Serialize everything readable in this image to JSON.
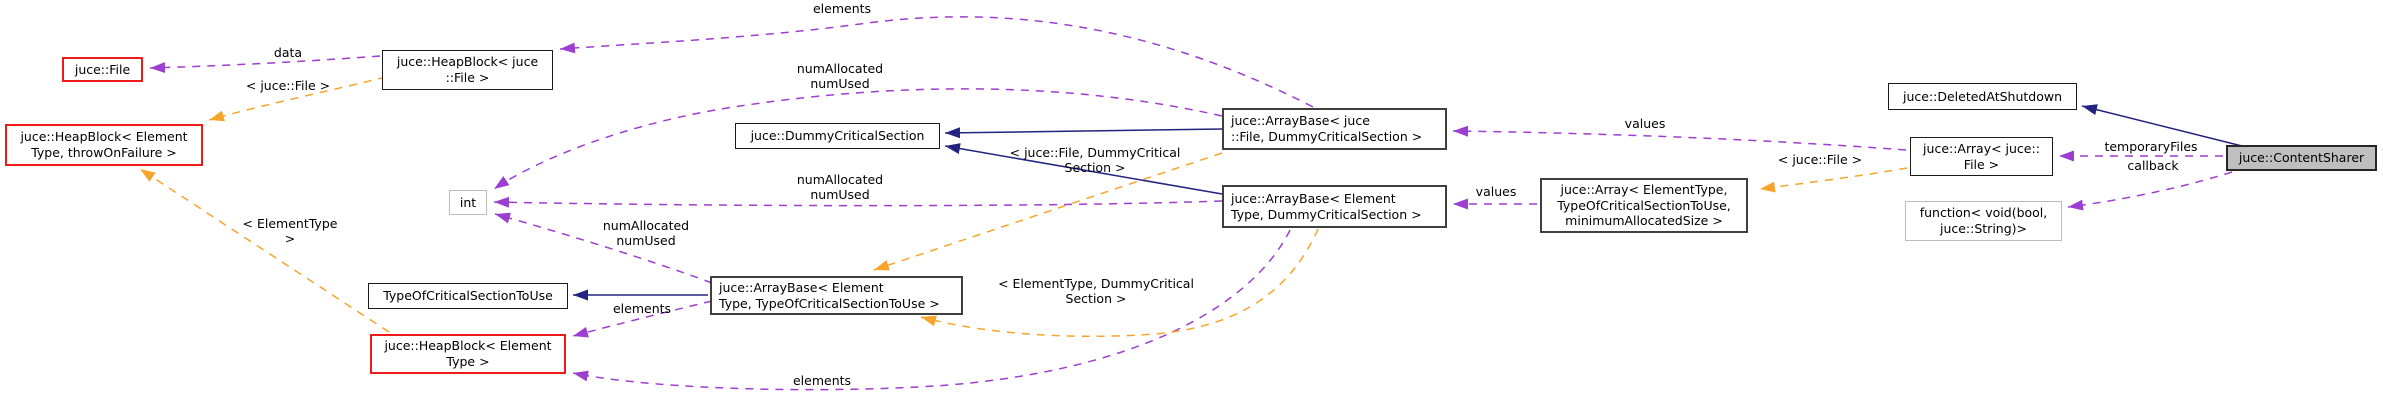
{
  "diagram": {
    "type": "collaboration-graph",
    "subject": "juce::ContentSharer",
    "colors": {
      "inheritance_edge": "#232380",
      "usage_edge": "#9c3fd0",
      "template_edge": "#f7a42b",
      "current_node_fill": "#bfbfbf",
      "truncated_node_border": "#ee1b1b",
      "background": "#ffffff"
    },
    "nodes": [
      {
        "label": "juce::File"
      },
      {
        "label": "juce::HeapBlock< juce\n::File >"
      },
      {
        "label": "juce::HeapBlock< Element\nType, throwOnFailure >"
      },
      {
        "label": "int"
      },
      {
        "label": "juce::DummyCriticalSection"
      },
      {
        "label": "TypeOfCriticalSectionToUse"
      },
      {
        "label": "juce::ArrayBase< Element\nType, TypeOfCriticalSectionToUse >"
      },
      {
        "label": "juce::HeapBlock< Element\nType >"
      },
      {
        "label": "juce::ArrayBase< juce\n::File, DummyCriticalSection >"
      },
      {
        "label": "juce::ArrayBase< Element\nType, DummyCriticalSection >"
      },
      {
        "label": "juce::Array< ElementType,\nTypeOfCriticalSectionToUse,\nminimumAllocatedSize >"
      },
      {
        "label": "juce::DeletedAtShutdown"
      },
      {
        "label": "juce::Array< juce::\nFile >"
      },
      {
        "label": "function< void(bool,\njuce::String)>"
      },
      {
        "label": "juce::ContentSharer"
      }
    ],
    "edge_labels": [
      {
        "text": "data"
      },
      {
        "text": "< juce::File >"
      },
      {
        "text": "elements"
      },
      {
        "text": "numAllocated\nnumUsed"
      },
      {
        "text": "numAllocated\nnumUsed"
      },
      {
        "text": "numAllocated\nnumUsed"
      },
      {
        "text": "< ElementType >"
      },
      {
        "text": "elements"
      },
      {
        "text": "elements"
      },
      {
        "text": "< juce::File, DummyCritical\nSection >"
      },
      {
        "text": "< ElementType, DummyCritical\nSection >"
      },
      {
        "text": "values"
      },
      {
        "text": "values"
      },
      {
        "text": "< juce::File >"
      },
      {
        "text": "temporaryFiles"
      },
      {
        "text": "callback"
      }
    ]
  }
}
